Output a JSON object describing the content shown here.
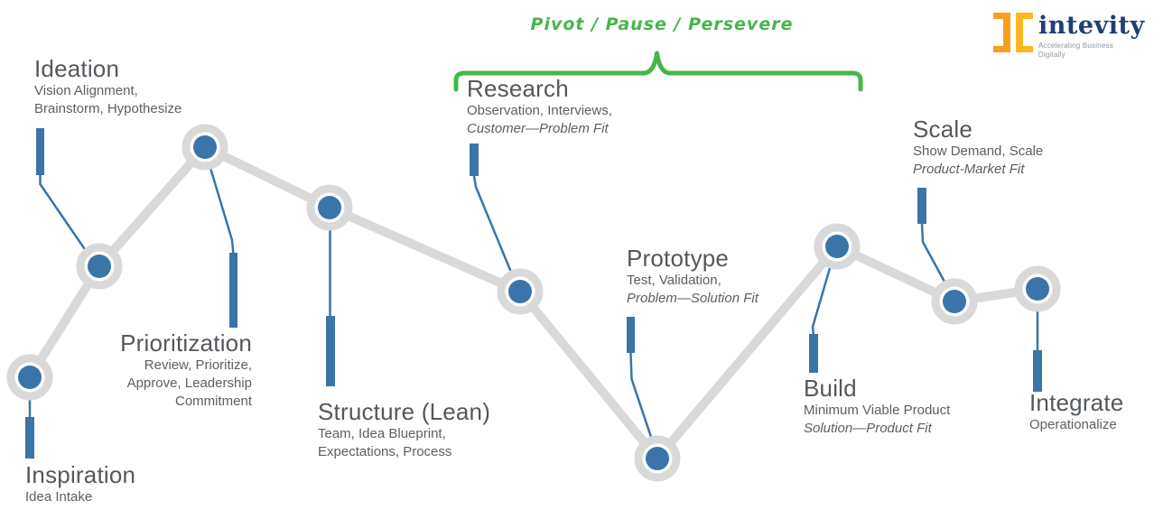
{
  "annotation": {
    "label": "Pivot / Pause / Persevere",
    "color": "#45b649"
  },
  "logo": {
    "name": "intevity",
    "tagline_line1": "Accelerating Business",
    "tagline_line2": "Digitally",
    "mark_color_left": "#f5a01e",
    "mark_color_right": "#ffb71e",
    "name_color": "#1f3e73"
  },
  "stages": [
    {
      "id": "inspiration",
      "title": "Inspiration",
      "lines": [
        "Idea Intake"
      ]
    },
    {
      "id": "ideation",
      "title": "Ideation",
      "lines": [
        "Vision Alignment,",
        "Brainstorm, Hypothesize"
      ]
    },
    {
      "id": "prioritization",
      "title": "Prioritization",
      "lines": [
        "Review, Prioritize,",
        "Approve, Leadership",
        "Commitment"
      ]
    },
    {
      "id": "structure",
      "title": "Structure (Lean)",
      "lines": [
        "Team, Idea Blueprint,",
        "Expectations, Process"
      ]
    },
    {
      "id": "research",
      "title": "Research",
      "lines": [
        "Observation, Interviews,"
      ],
      "fit": "Customer—Problem Fit"
    },
    {
      "id": "prototype",
      "title": "Prototype",
      "lines": [
        "Test, Validation,"
      ],
      "fit": "Problem—Solution Fit"
    },
    {
      "id": "build",
      "title": "Build",
      "lines": [
        "Minimum Viable Product"
      ],
      "fit": "Solution—Product Fit"
    },
    {
      "id": "scale",
      "title": "Scale",
      "lines": [
        "Show Demand, Scale"
      ],
      "fit": "Product-Market Fit"
    },
    {
      "id": "integrate",
      "title": "Integrate",
      "lines": [
        "Operationalize"
      ]
    }
  ],
  "colors": {
    "node_blue": "#3a74a8",
    "path_gray": "#d9d9d9",
    "title_gray": "#54585c",
    "subtitle_gray": "#5b5f62",
    "bracket_green": "#45b649"
  }
}
